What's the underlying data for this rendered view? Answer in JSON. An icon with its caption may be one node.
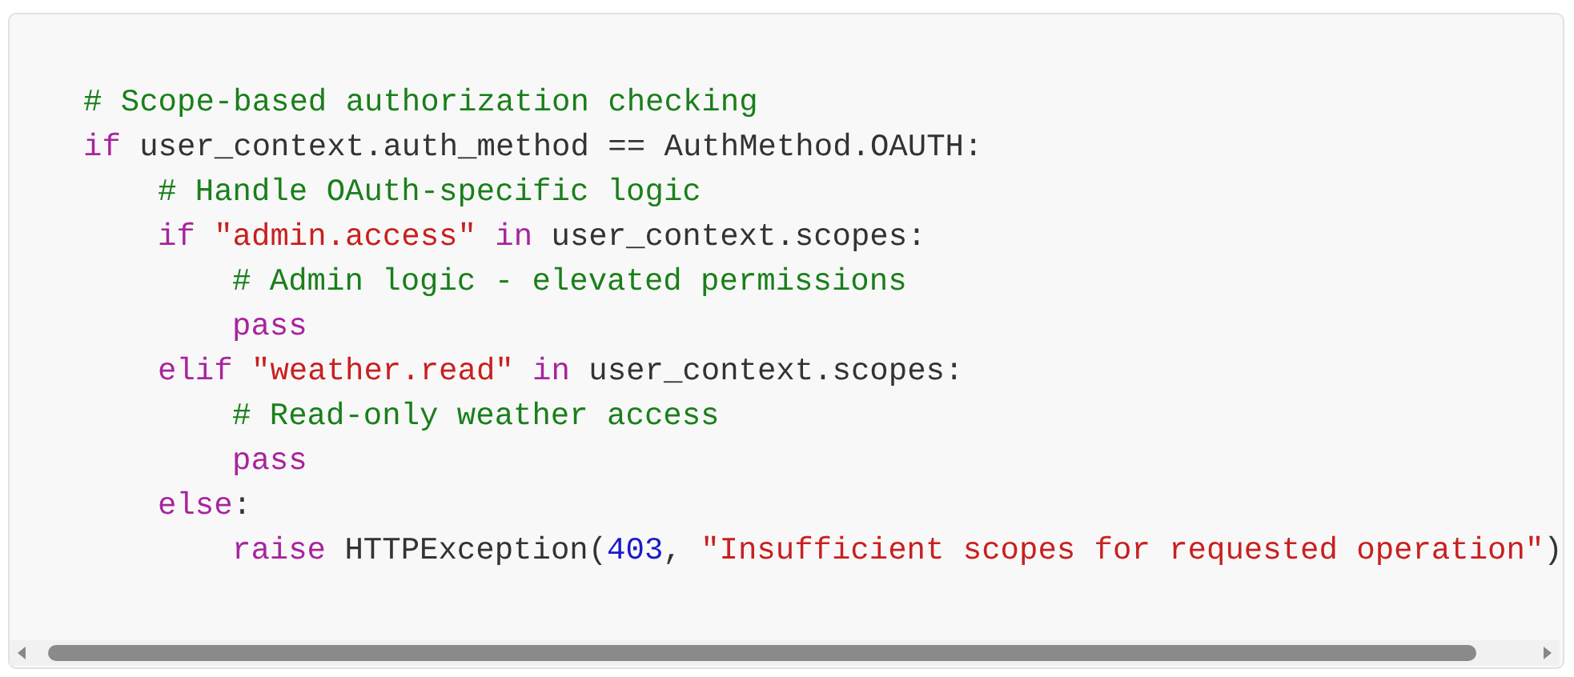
{
  "diagram": {
    "labels": [
      "# Scope-based authorization checking",
      "if user_context.auth_method == AuthMethod.OAUTH:",
      "# Handle OAuth-specific logic",
      "if \"admin.access\" in user_context.scopes:",
      "# Admin logic - elevated permissions",
      "pass",
      "elif \"weather.read\" in user_context.scopes:",
      "# Read-only weather access",
      "pass",
      "else:",
      "raise HTTPException(403, \"Insufficient scopes for requested operation\")"
    ]
  }
}
